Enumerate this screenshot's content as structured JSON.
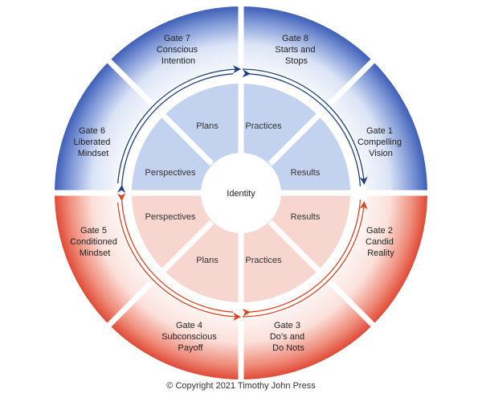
{
  "colors": {
    "blue_strong": "#3f5fb8",
    "blue_light": "#c3d2ef",
    "red_strong": "#e04a36",
    "red_light": "#f8d6d0",
    "arrow_blue": "#1c3f80",
    "arrow_red": "#dd4422",
    "divider": "#ffffff"
  },
  "gates": [
    {
      "id": "gate1",
      "lines": [
        "Gate 1",
        "Compelling",
        "Vision"
      ]
    },
    {
      "id": "gate2",
      "lines": [
        "Gate 2",
        "Candid",
        "Reality"
      ]
    },
    {
      "id": "gate3",
      "lines": [
        "Gate 3",
        "Do’s and",
        "Do Nots"
      ]
    },
    {
      "id": "gate4",
      "lines": [
        "Gate 4",
        "Subconscious",
        "Payoff"
      ]
    },
    {
      "id": "gate5",
      "lines": [
        "Gate 5",
        "Conditioned",
        "Mindset"
      ]
    },
    {
      "id": "gate6",
      "lines": [
        "Gate 6",
        "Liberated",
        "Mindset"
      ]
    },
    {
      "id": "gate7",
      "lines": [
        "Gate 7",
        "Conscious",
        "Intention"
      ]
    },
    {
      "id": "gate8",
      "lines": [
        "Gate 8",
        "Starts and",
        "Stops"
      ]
    }
  ],
  "inner_segments": [
    {
      "id": "plans-top",
      "label": "Plans"
    },
    {
      "id": "practices-top",
      "label": "Practices"
    },
    {
      "id": "results-top",
      "label": "Results"
    },
    {
      "id": "results-bottom",
      "label": "Results"
    },
    {
      "id": "practices-bottom",
      "label": "Practices"
    },
    {
      "id": "plans-bottom",
      "label": "Plans"
    },
    {
      "id": "perspectives-bottom",
      "label": "Perspectives"
    },
    {
      "id": "perspectives-top",
      "label": "Perspectives"
    }
  ],
  "center_label": "Identity",
  "copyright": "© Copyright 2021 Timothy John Press"
}
